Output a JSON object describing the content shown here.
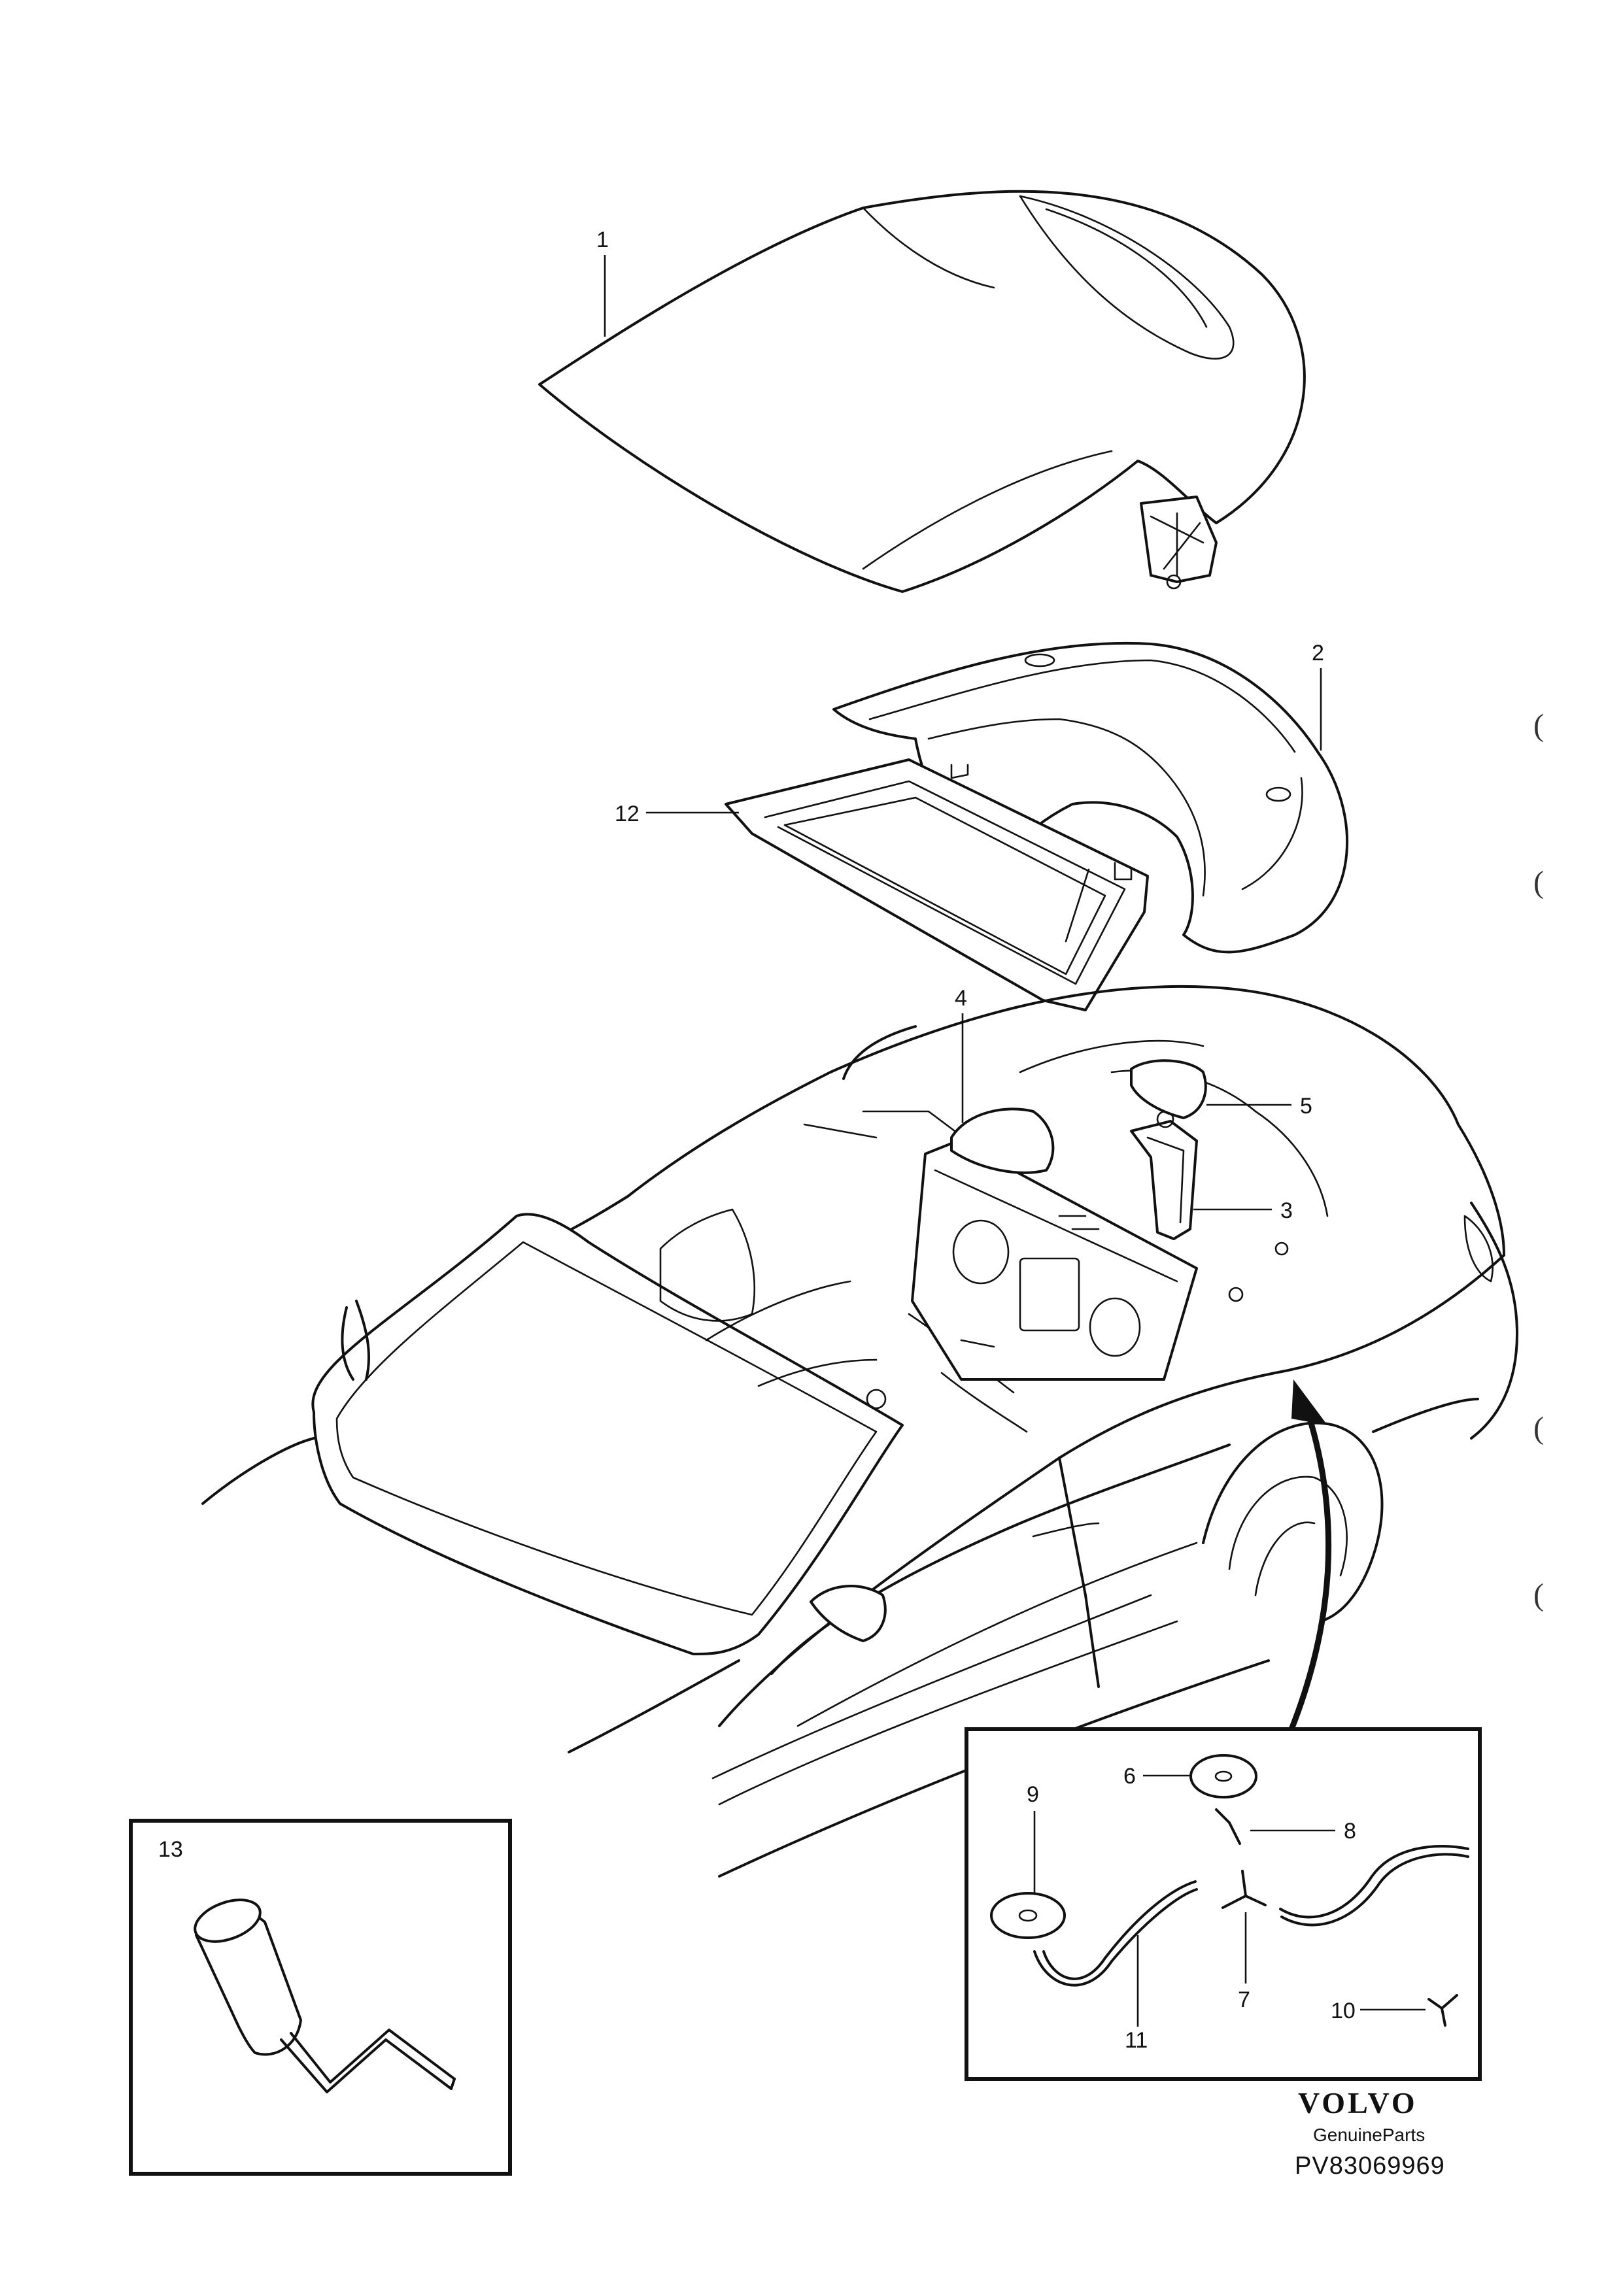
{
  "callouts": {
    "c1": "1",
    "c2": "2",
    "c3": "3",
    "c4": "4",
    "c5": "5",
    "c6": "6",
    "c7": "7",
    "c8": "8",
    "c9": "9",
    "c10": "10",
    "c11": "11",
    "c12": "12",
    "c13": "13"
  },
  "footer": {
    "brand": "VOLVO",
    "subtitle": "GenuineParts",
    "reference": "PV83069969"
  },
  "margin_marks": [
    "(",
    "(",
    "(",
    "("
  ]
}
